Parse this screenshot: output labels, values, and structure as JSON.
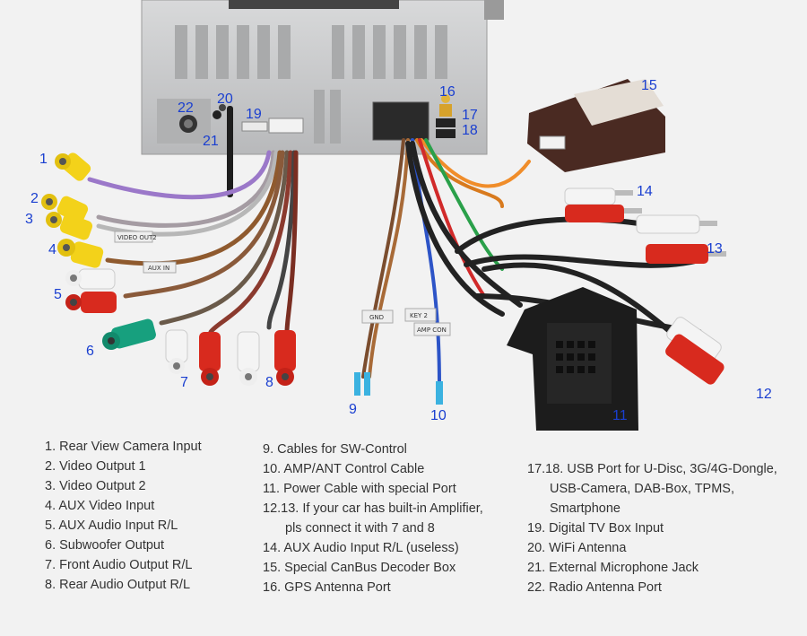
{
  "callouts": [
    "1",
    "2",
    "3",
    "4",
    "5",
    "6",
    "7",
    "8",
    "9",
    "10",
    "11",
    "12",
    "13",
    "14",
    "15",
    "16",
    "17",
    "18",
    "19",
    "20",
    "21",
    "22"
  ],
  "wire_tags": {
    "video_out2": "VIDEO OUT2",
    "aux_in": "AUX IN",
    "key2": "KEY 2",
    "gnd": "GND",
    "amp_con": "AMP CON"
  },
  "legend": {
    "col1": [
      "1. Rear View Camera Input",
      "2. Video Output 1",
      "3. Video Output 2",
      "4. AUX Video Input",
      "5. AUX Audio Input R/L",
      "6. Subwoofer Output",
      "7. Front Audio Output R/L",
      "8. Rear Audio Output R/L"
    ],
    "col2": [
      "9. Cables for SW-Control",
      "10. AMP/ANT Control Cable",
      "11. Power Cable with special Port",
      "12.13. If your car has built-in Amplifier,",
      "pls connect it with 7 and 8",
      "14. AUX Audio Input R/L (useless)",
      "15. Special CanBus Decoder Box",
      "16. GPS Antenna Port"
    ],
    "col3": [
      "17.18.  USB Port for U-Disc, 3G/4G-Dongle,",
      "USB-Camera, DAB-Box, TPMS,",
      "Smartphone",
      "19. Digital TV Box Input",
      "20. WiFi Antenna",
      "21. External Microphone Jack",
      "22. Radio Antenna Port"
    ]
  },
  "colors": {
    "callout": "#1a3fd0",
    "rca_yellow": "#f3d21a",
    "rca_red": "#d82a1e",
    "rca_white": "#f4f4f4",
    "rca_teal": "#17a07e",
    "panel": "#c9cacb",
    "connector": "#1c1c1c",
    "decoder_box": "#4a2a22"
  }
}
